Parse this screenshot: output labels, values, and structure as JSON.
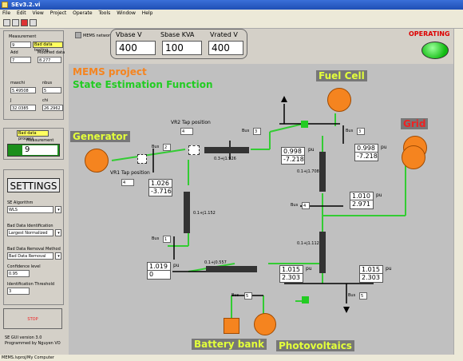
{
  "window": {
    "title": "SEv3.2.vi"
  },
  "menu": [
    "File",
    "Edit",
    "View",
    "Project",
    "Operate",
    "Tools",
    "Window",
    "Help"
  ],
  "left": {
    "measurement_label": "Measurement",
    "measurement_val": "9",
    "bad_testing": "Bad data testing",
    "add_label": "Add",
    "add_val": "7",
    "modified_label": "Modified data",
    "modified_val": "8.277",
    "maxchi_label": "maxchi",
    "maxchi_val": "5.49508",
    "nbus_label": "nbus",
    "nbus_val": "5",
    "j_label": "J",
    "j_val": "32.0385",
    "chi_label": "chi",
    "chi_val": "26.2962",
    "bad_process": "Bad data process",
    "meas2_label": "Measurement",
    "meas2_val": "9",
    "settings": "SETTINGS",
    "se_alg_label": "SE Algorithm",
    "se_alg_val": "WLS",
    "bdi_label": "Bad Data Identification",
    "bdi_val": "Largest Normalized",
    "bdr_label": "Bad Data Removal Method",
    "bdr_val": "Bad Data Removal",
    "conf_label": "Confidence level",
    "conf_val": "0.95",
    "id_label": "Identification Threshold",
    "id_val": "3",
    "stop": "STOP",
    "version": "SE GUI version 3.0",
    "programmer": "Programmed by Nguyen VO"
  },
  "top": {
    "mems_network": "MEMS network",
    "vbase_label": "Vbase V",
    "vbase": "400",
    "sbase_label": "Sbase KVA",
    "sbase": "100",
    "vrated_label": "Vrated  V",
    "vrated": "400",
    "operating": "OPERATING"
  },
  "diagram": {
    "title1": "MEMS project",
    "title2": "State Estimation Function",
    "fuel_cell": "Fuel Cell",
    "generator": "Generator",
    "grid": "Grid",
    "battery": "Battery bank",
    "pv": "Photovoltaics",
    "vr1_label": "VR1 Tap position",
    "vr1": "4",
    "vr2_label": "VR2 Tap position",
    "vr2": "4",
    "bus1": "Bus",
    "bus1n": "1",
    "bus2": "Bus",
    "bus2n": "2",
    "bus3a": "Bus",
    "bus3an": "3",
    "bus3b": "Bus",
    "bus3bn": "3",
    "bus4": "Bus",
    "bus4n": "4",
    "bus5a": "Bus",
    "bus5an": "5",
    "bus5b": "Bus",
    "bus5bn": "5",
    "z1": "0.3+j1.926",
    "z2": "0.1+j1.152",
    "z3": "0.1+j1.708",
    "z4": "0.1+j1.112",
    "z5": "0.1+j0.557",
    "v_b2": "1.026",
    "a_b2": "-3.716",
    "v_b3a": "0.998",
    "a_b3a": "-7.218",
    "v_b3b": "0.998",
    "a_b3b": "-7.218",
    "v_b4": "1.010",
    "a_b4": "2.971",
    "v_b1": "1.019",
    "a_b1": "0",
    "v_b5a": "1.015",
    "a_b5a": "2.303",
    "v_b5b": "1.015",
    "a_b5b": "2.303",
    "pu": "pu"
  },
  "status": {
    "path": "MEMS.lvproj/My Computer"
  },
  "colors": {
    "orange": "#f5841f",
    "green": "#33cc33",
    "title_orange": "#f5841f",
    "title_green": "#22cc22"
  }
}
